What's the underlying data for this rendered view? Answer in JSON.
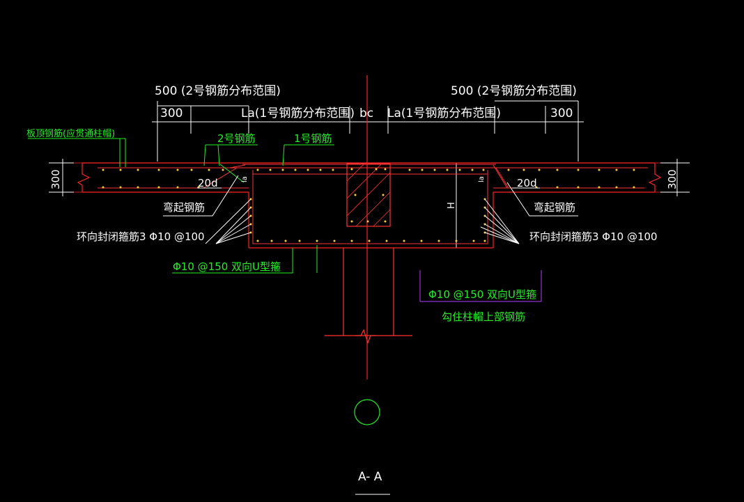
{
  "drawing": {
    "dim_left_top": "500 (2号钢筋分布范围)",
    "dim_right_top": "500 (2号钢筋分布范围)",
    "dim_300_left": "300",
    "dim_300_right": "300",
    "dim_la_left": "La(1号钢筋分布范围)",
    "dim_bc": "bc",
    "dim_la_right": "La(1号钢筋分布范围)",
    "label_slab_top": "板顶钢筋(应贯通柱帽)",
    "label_rebar2": "2号钢筋",
    "label_rebar1": "1号钢筋",
    "thickness_left": "300",
    "thickness_right": "300",
    "label_20d_left": "20d",
    "label_20d_right": "20d",
    "label_la_left": "la",
    "label_la_right": "la",
    "label_bent_left": "弯起钢筋",
    "label_bent_right": "弯起钢筋",
    "label_h": "H",
    "label_hoop_left": "环向封闭箍筋3 Φ10 @100",
    "label_hoop_right": "环向封闭箍筋3 Φ10 @100",
    "label_ustirrup_left": "Φ10 @150 双向U型箍",
    "label_ustirrup_right": "Φ10 @150 双向U型箍",
    "label_hook_note": "勾住柱帽上部钢筋",
    "section_title": "A- A"
  },
  "colors": {
    "background": "#000000",
    "outline": "#ff2222",
    "dimension": "#ffffff",
    "rebar_dots": "#ffcc33",
    "leader_green": "#22ee22",
    "leader_purple": "#b03cff",
    "axis": "#ff3333"
  }
}
